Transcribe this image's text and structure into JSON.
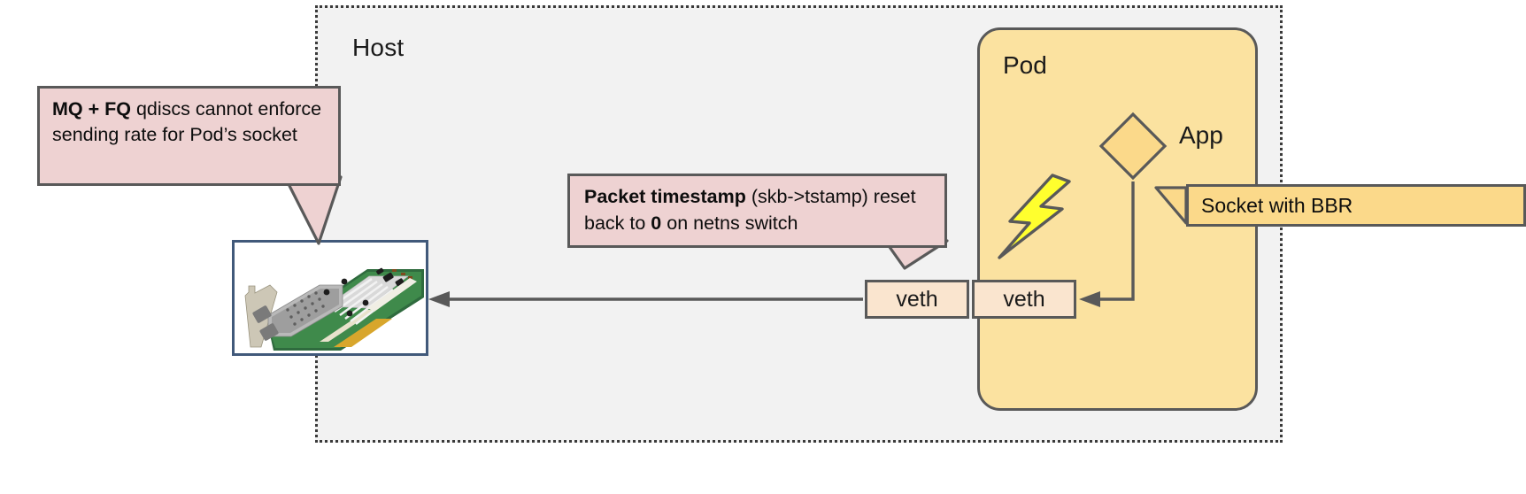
{
  "diagram": {
    "title_host": "Host",
    "title_pod": "Pod",
    "app_label": "App"
  },
  "boxes": {
    "veth_host": "veth",
    "veth_pod": "veth"
  },
  "callouts": {
    "qdisc": {
      "bold_lead": "MQ + FQ",
      "rest": " qdiscs cannot enforce sending rate for Pod’s socket",
      "full_text": "MQ + FQ qdiscs cannot enforce sending rate for Pod’s socket"
    },
    "timestamp": {
      "bold_lead": "Packet timestamp",
      "mid": " (skb->tstamp) reset back to ",
      "bold_zero": "0",
      "tail": " on netns switch",
      "full_text": "Packet timestamp (skb->tstamp) reset back to 0 on netns switch"
    },
    "socket": {
      "label": "Socket with BBR"
    }
  },
  "icons": {
    "nic": "network-interface-card-photo",
    "bolt": "lightning-bolt-icon",
    "app": "diamond-node-icon"
  },
  "colors": {
    "host_fill": "#f2f2f2",
    "host_border": "#3a3a3a",
    "pod_fill": "#fbe2a0",
    "pod_border": "#595959",
    "veth_fill": "#fae5cf",
    "callout_pink": "#eed2d2",
    "callout_yellow": "#fbd98a",
    "bolt_yellow": "#ffff2e",
    "nic_border": "#41597a",
    "arrow": "#595959"
  }
}
